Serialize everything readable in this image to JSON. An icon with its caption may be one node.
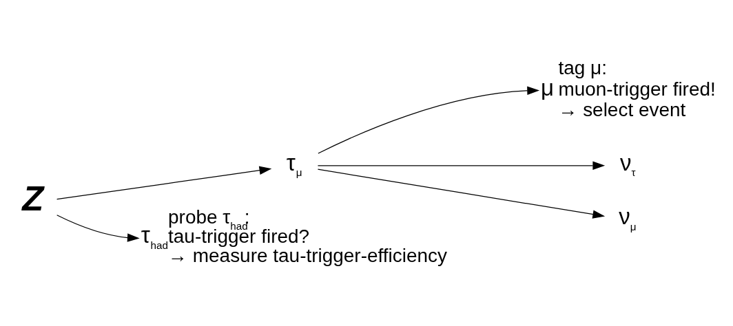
{
  "diagram": {
    "nodes": [
      {
        "text": [
          "Z"
        ]
      },
      {
        "text": [
          "τ$_{μ}$"
        ]
      },
      {
        "text": [
          "μ"
        ],
        "beside": [
          "tag μ:",
          "muon-trigger fired!",
          "→ select event"
        ]
      },
      {
        "text": [
          "ν$_{τ}$"
        ]
      },
      {
        "text": [
          "ν$_{μ}$"
        ]
      },
      {
        "text": [
          "τ$_{had}$"
        ],
        "beside": [
          "probe τ$_{had}$:",
          "tau-trigger fired?",
          "→ measure tau-trigger-efficiency"
        ]
      }
    ],
    "edges": [
      {
        "from": 0,
        "to": 1,
        "arrow": "to"
      },
      {
        "from": 0,
        "to": 5,
        "arrow": "to"
      },
      {
        "from": 1,
        "to": 2,
        "arrow": "to"
      },
      {
        "from": 1,
        "to": 3,
        "arrow": "to"
      },
      {
        "from": 1,
        "to": 4,
        "arrow": "to"
      }
    ]
  }
}
